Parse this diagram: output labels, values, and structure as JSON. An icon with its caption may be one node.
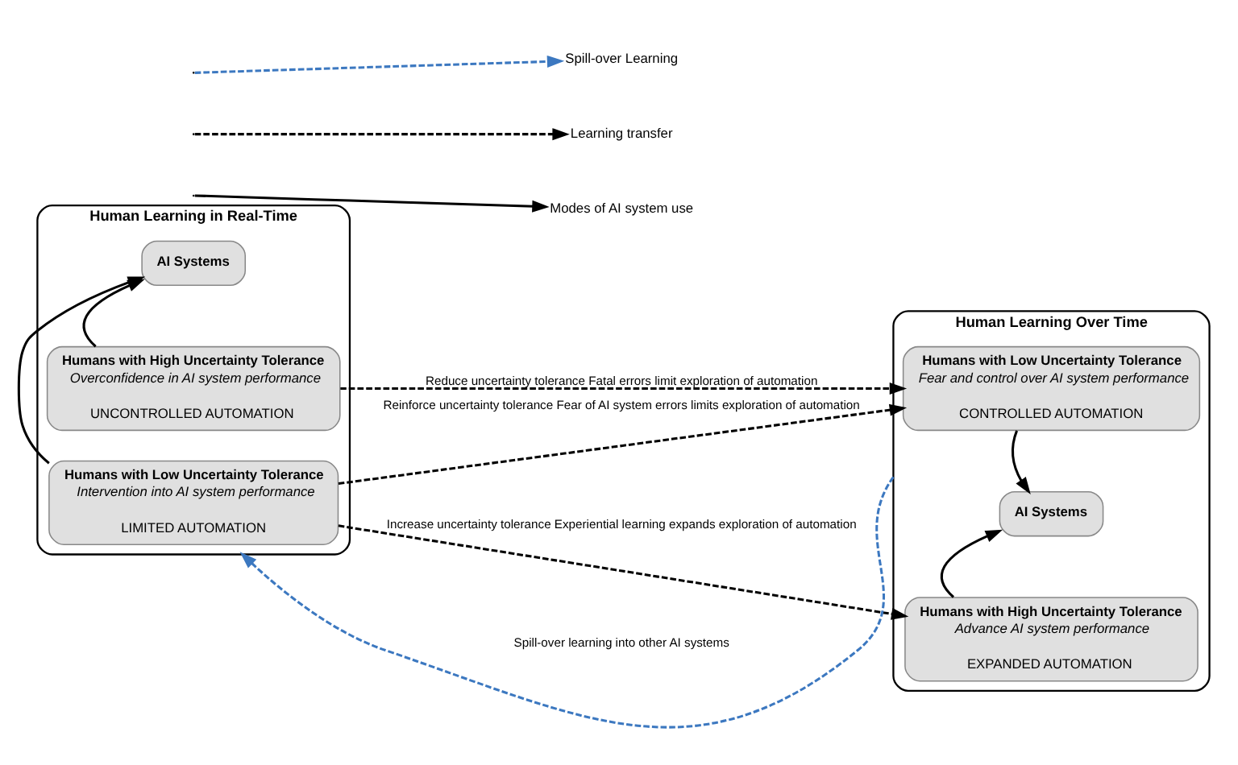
{
  "diagram": {
    "nodes": [
      {
        "text": [
          "Human Learning in Real-Time"
        ]
      },
      {
        "text": [
          "Humans with High Uncertainty Tolerance",
          "Overconfidence in AI system performance",
          "UNCONTROLLED AUTOMATION"
        ],
        "in": 0
      },
      {
        "text": [
          "AI Systems"
        ],
        "in": 0
      },
      {
        "text": [
          "Humans with Low Uncertainty Tolerance",
          "Intervention into AI system performance",
          "LIMITED AUTOMATION"
        ],
        "in": 0
      },
      {
        "text": [
          "Human Learning Over Time"
        ]
      },
      {
        "text": [
          "Humans with High Uncertainty Tolerance",
          "Advance AI system performance",
          "EXPANDED AUTOMATION"
        ],
        "in": 4
      },
      {
        "text": [
          "AI Systems"
        ],
        "in": 4
      },
      {
        "text": [
          "Humans with Low Uncertainty Tolerance",
          "Fear and control over AI system performance",
          "CONTROLLED AUTOMATION"
        ],
        "in": 4
      }
    ],
    "edges": [
      {
        "from": 1,
        "to": 2,
        "arrow": "to"
      },
      {
        "from": 3,
        "to": 2,
        "arrow": "to"
      },
      {
        "from": 5,
        "to": 6,
        "arrow": "to"
      },
      {
        "from": 7,
        "to": 6,
        "arrow": "to"
      },
      {
        "from": 3,
        "to": 5,
        "arrow": "to",
        "style": "dashed",
        "label": "Increase uncertainty tolerance Experiential learning expands exploration of automation"
      },
      {
        "from": 1,
        "to": 7,
        "arrow": "to",
        "style": "dashed",
        "label": "Reduce uncertainty tolerance Fatal errors limit exploration of automation"
      },
      {
        "from": 3,
        "to": 7,
        "arrow": "to",
        "style": "dashed",
        "label": "Reinforce uncertainty tolerance Fear of AI system errors limits exploration of automation"
      },
      {
        "from": 4,
        "to": 0,
        "arrow": "to",
        "style": "dashed",
        "color": "#3c78c0",
        "label": "Spill-over learning into other AI systems"
      }
    ],
    "legend": [
      {
        "text": "Spill-over Learning"
      },
      {
        "text": "Learning transfer"
      },
      {
        "text": "Modes of AI system use"
      }
    ]
  }
}
